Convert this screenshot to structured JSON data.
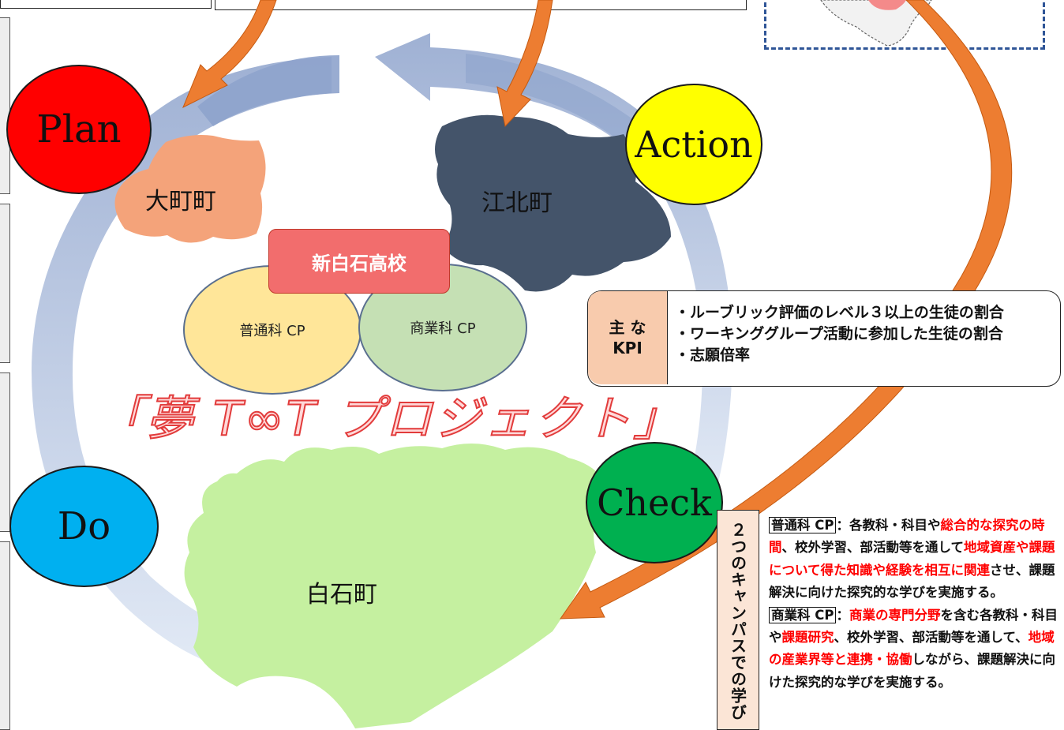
{
  "pdca": {
    "plan": "Plan",
    "do": "Do",
    "check": "Check",
    "action": "Action"
  },
  "colors": {
    "plan": "#ff0000",
    "do": "#00b0f0",
    "check": "#00b050",
    "action": "#ffff00",
    "omachi": "#f4a37a",
    "kohoku": "#44546a",
    "shiroishi": "#c5f0a0",
    "school": "#f26d6d",
    "futsuka": "#ffe699",
    "shogyoka": "#c5e0b4",
    "arrow_orange": "#ed7d31"
  },
  "towns": {
    "omachi": "大町町",
    "kohoku": "江北町",
    "shiroishi": "白石町"
  },
  "school": {
    "name": "新白石高校",
    "futsuka": "普通科 CP",
    "shogyoka": "商業科 CP"
  },
  "project_title": "「夢 T∞T プロジェクト」",
  "kpi": {
    "head_line1": "主 な",
    "head_line2": "KPI",
    "items": [
      "・ルーブリック評価のレベル３以上の生徒の割合",
      "・ワーキンググループ活動に参加した生徒の割合",
      "・志願倍率"
    ]
  },
  "campus": {
    "tab_label": "２つのキャンパスでの学び",
    "futsuka": {
      "label": "普通科 CP",
      "colon": "：各教科・科目や",
      "r1": "総合的な探究の時間",
      "t2": "、校外学習、部活動等を通して",
      "r2": "地域資産や課題について得た知識や経験を相互に関連",
      "t3": "させ、課題解決に向けた探究的な学びを実施する。"
    },
    "shogyoka": {
      "label": "商業科 CP",
      "colon": "：",
      "r1": "商業の専門分野",
      "t2": "を含む各教科・科目や",
      "r2": "課題研究",
      "t3": "、校外学習、部活動等を通して、",
      "r3": "地域の産業界等と連携・協働",
      "t4": "しながら、課題解決に向けた探究的な学びを実施する。"
    }
  }
}
